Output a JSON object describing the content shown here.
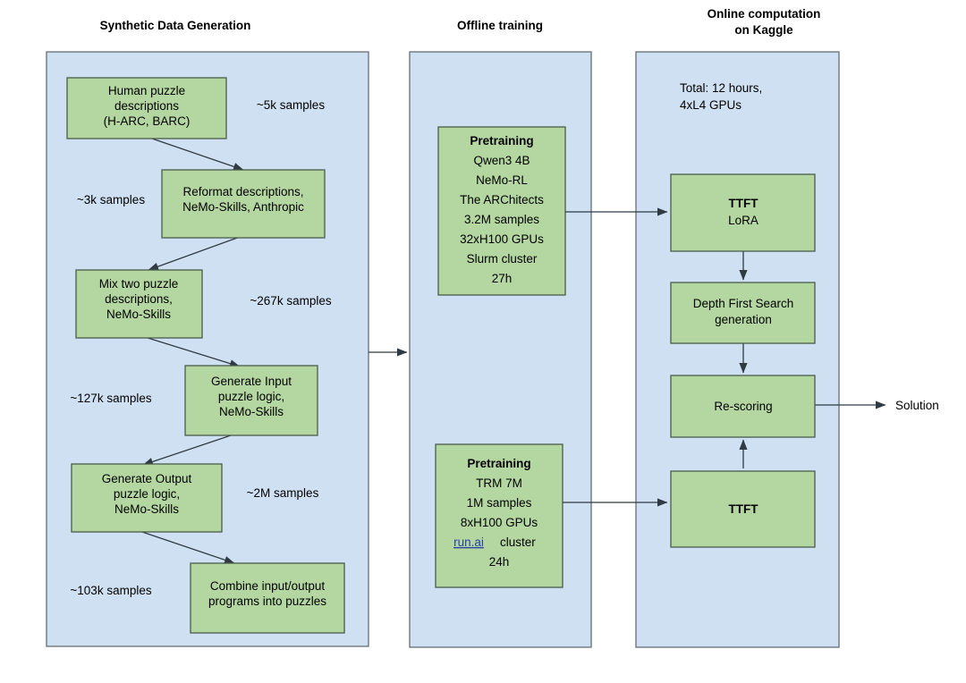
{
  "columns": [
    {
      "id": "synthetic",
      "title": "Synthetic Data Generation"
    },
    {
      "id": "offline",
      "title": "Offline training"
    },
    {
      "id": "online",
      "title_line1": "Online computation",
      "title_line2": "on Kaggle"
    }
  ],
  "synthetic": {
    "nodes": [
      {
        "id": "human-puzzle-descriptions",
        "lines": [
          "Human puzzle",
          "descriptions",
          "(H-ARC, BARC)"
        ]
      },
      {
        "id": "reformat-descriptions",
        "lines": [
          "Reformat descriptions,",
          "NeMo-Skills, Anthropic"
        ]
      },
      {
        "id": "mix-two-puzzle-descriptions",
        "lines": [
          "Mix two puzzle",
          "descriptions,",
          "NeMo-Skills"
        ]
      },
      {
        "id": "generate-input-puzzle-logic",
        "lines": [
          "Generate Input",
          "puzzle logic,",
          "NeMo-Skills"
        ]
      },
      {
        "id": "generate-output-puzzle-logic",
        "lines": [
          "Generate Output",
          "puzzle logic,",
          "NeMo-Skills"
        ]
      },
      {
        "id": "combine-programs-into-puzzles",
        "lines": [
          "Combine input/output",
          "programs into puzzles"
        ]
      }
    ],
    "annotations": [
      {
        "id": "samples-5k",
        "text": "~5k samples"
      },
      {
        "id": "samples-3k",
        "text": "~3k samples"
      },
      {
        "id": "samples-267k",
        "text": "~267k samples"
      },
      {
        "id": "samples-127k",
        "text": "~127k samples"
      },
      {
        "id": "samples-2m",
        "text": "~2M samples"
      },
      {
        "id": "samples-103k",
        "text": "~103k samples"
      }
    ]
  },
  "offline": {
    "nodes": [
      {
        "id": "pretraining-qwen3",
        "lines": [
          "Pretraining",
          "Qwen3 4B",
          "NeMo-RL",
          "The ARChitects",
          "3.2M samples",
          "32xH100 GPUs",
          "Slurm cluster",
          "27h"
        ]
      },
      {
        "id": "pretraining-trm",
        "lines": [
          "Pretraining",
          "TRM 7M",
          "1M samples",
          "8xH100 GPUs",
          "run.ai cluster",
          "24h"
        ],
        "link_line": {
          "link_text": "run.ai",
          "rest_text": " cluster"
        }
      }
    ]
  },
  "online": {
    "note": [
      "Total: 12 hours,",
      "4xL4 GPUs"
    ],
    "nodes": [
      {
        "id": "ttft-lora",
        "lines": [
          "TTFT",
          "LoRA"
        ]
      },
      {
        "id": "depth-first-search-generation",
        "lines": [
          "Depth First Search",
          "generation"
        ]
      },
      {
        "id": "re-scoring",
        "lines": [
          "Re-scoring"
        ]
      },
      {
        "id": "ttft",
        "lines": [
          "TTFT"
        ]
      }
    ],
    "output_label": "Solution"
  },
  "colors": {
    "panel_fill": "#cfe0f3",
    "panel_stroke": "#6d7781",
    "node_fill": "#b4d7a1",
    "node_stroke": "#4a5c4a",
    "edge": "#2f3b44",
    "link": "#2a3ea8",
    "background": "#ffffff"
  }
}
